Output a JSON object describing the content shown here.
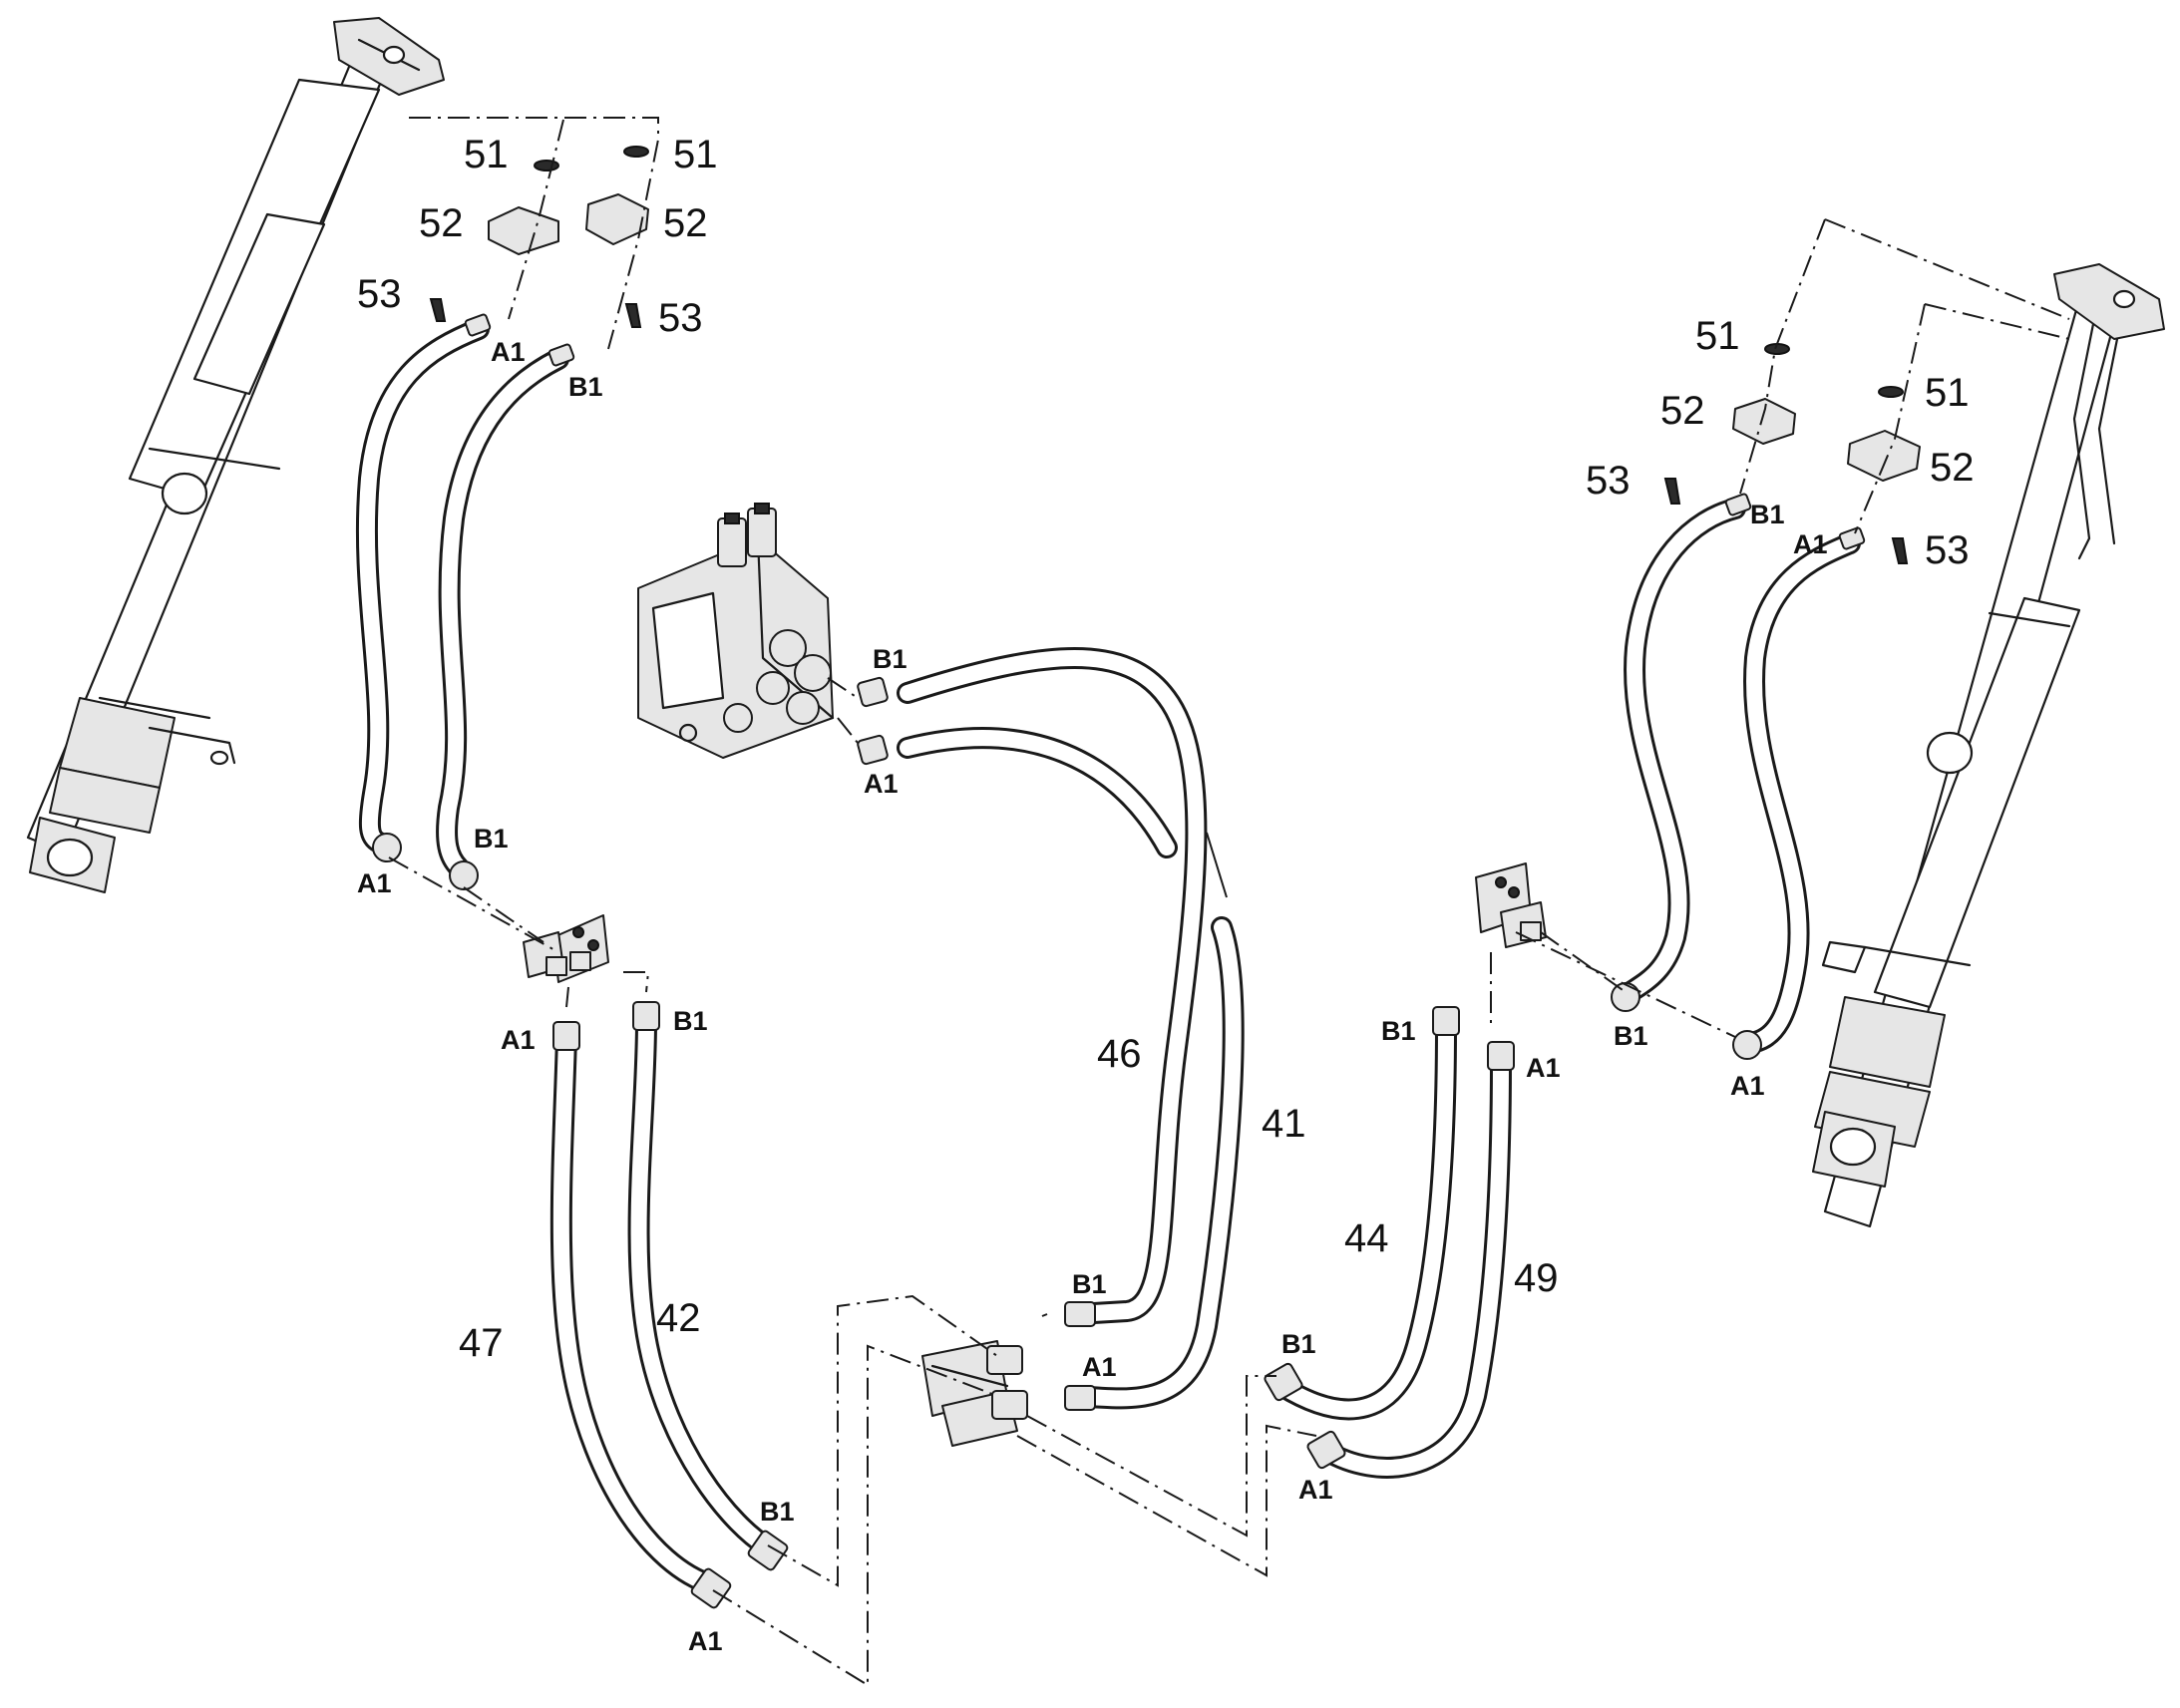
{
  "part_numbers": {
    "p51_left_a": "51",
    "p51_left_b": "51",
    "p52_left_a": "52",
    "p52_left_b": "52",
    "p53_left_a": "53",
    "p53_left_b": "53",
    "p51_right_a": "51",
    "p51_right_b": "51",
    "p52_right_a": "52",
    "p52_right_b": "52",
    "p53_right_a": "53",
    "p53_right_b": "53",
    "p46": "46",
    "p41": "41",
    "p47": "47",
    "p42": "42",
    "p44": "44",
    "p49": "49"
  },
  "port_labels": {
    "left_cyl_a1": "A1",
    "left_cyl_b1": "B1",
    "left_hose_a1": "A1",
    "left_hose_b1": "B1",
    "left_lower_a1": "A1",
    "left_lower_b1": "B1",
    "valve_b1": "B1",
    "valve_a1": "A1",
    "center_b1": "B1",
    "center_a1": "A1",
    "bottom_b1": "B1",
    "bottom_a1": "A1",
    "right_cyl_b1": "B1",
    "right_cyl_a1": "A1",
    "right_hose_b1": "B1",
    "right_hose_a1": "A1",
    "right_lower_b1": "B1",
    "right_lower_a1": "A1",
    "mid_right_b1": "B1",
    "mid_right_a1": "A1"
  }
}
